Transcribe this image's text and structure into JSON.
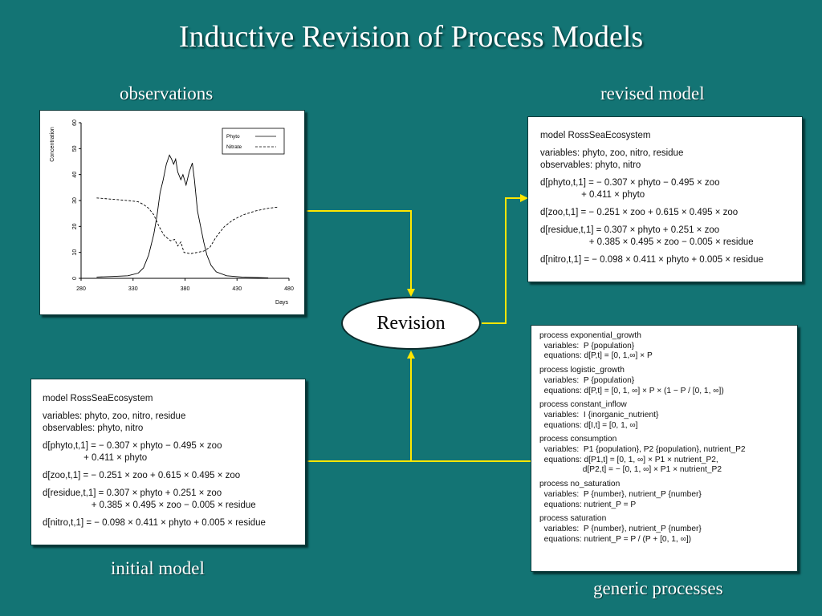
{
  "title": "Inductive Revision of Process Models",
  "captions": {
    "observations": "observations",
    "revised_model": "revised model",
    "initial_model": "initial model",
    "generic_processes": "generic processes"
  },
  "revision_label": "Revision",
  "revised_model": {
    "blocks": [
      [
        "model RossSeaEcosystem"
      ],
      [
        "variables: phyto, zoo, nitro, residue",
        "observables: phyto, nitro"
      ],
      [
        "d[phyto,t,1] = − 0.307 × phyto − 0.495 × zoo",
        "                + 0.411 × phyto"
      ],
      [
        "d[zoo,t,1] = − 0.251 × zoo + 0.615 × 0.495 × zoo"
      ],
      [
        "d[residue,t,1] = 0.307 × phyto + 0.251 × zoo",
        "                   + 0.385 × 0.495 × zoo − 0.005 × residue"
      ],
      [
        "d[nitro,t,1] = − 0.098 × 0.411 × phyto + 0.005 × residue"
      ]
    ]
  },
  "initial_model": {
    "blocks": [
      [
        "model RossSeaEcosystem"
      ],
      [
        "variables: phyto, zoo, nitro, residue",
        "observables: phyto, nitro"
      ],
      [
        "d[phyto,t,1] = − 0.307 × phyto − 0.495 × zoo",
        "                + 0.411 × phyto"
      ],
      [
        "d[zoo,t,1] = − 0.251 × zoo + 0.615 × 0.495 × zoo"
      ],
      [
        "d[residue,t,1] = 0.307 × phyto + 0.251 × zoo",
        "                   + 0.385 × 0.495 × zoo − 0.005 × residue"
      ],
      [
        "d[nitro,t,1] = − 0.098 × 0.411 × phyto + 0.005 × residue"
      ]
    ]
  },
  "generic_processes": {
    "blocks": [
      [
        "process exponential_growth",
        "  variables:  P {population}",
        "  equations: d[P,t] = [0, 1,∞] × P"
      ],
      [
        "process logistic_growth",
        "  variables:  P {population}",
        "  equations: d[P,t] = [0, 1, ∞] × P × (1 − P / [0, 1, ∞])"
      ],
      [
        "process constant_inflow",
        "  variables:  I {inorganic_nutrient}",
        "  equations: d[I,t] = [0, 1, ∞]"
      ],
      [
        "process consumption",
        "  variables:  P1 {population}, P2 {population}, nutrient_P2",
        "  equations: d[P1,t] = [0, 1, ∞] × P1 × nutrient_P2,",
        "                   d[P2,t] = − [0, 1, ∞] × P1 × nutrient_P2"
      ],
      [
        "process no_saturation",
        "  variables:  P {number}, nutrient_P {number}",
        "  equations: nutrient_P = P"
      ],
      [
        "process saturation",
        "  variables:  P {number}, nutrient_P {number}",
        "  equations: nutrient_P = P / (P + [0, 1, ∞])"
      ]
    ]
  },
  "chart_data": {
    "type": "line",
    "xlabel": "Days",
    "ylabel": "Concentration",
    "xlim": [
      280,
      480
    ],
    "ylim": [
      0,
      60
    ],
    "xticks": [
      280,
      330,
      380,
      430,
      480
    ],
    "yticks": [
      0,
      10,
      20,
      30,
      40,
      50,
      60
    ],
    "grid": false,
    "legend_position": "top-right",
    "series": [
      {
        "name": "Phyto",
        "style": "solid",
        "points": [
          [
            295,
            0.5
          ],
          [
            310,
            0.7
          ],
          [
            325,
            1.0
          ],
          [
            335,
            2.0
          ],
          [
            340,
            4.0
          ],
          [
            345,
            9.0
          ],
          [
            350,
            17.0
          ],
          [
            353,
            24.0
          ],
          [
            356,
            33.0
          ],
          [
            359,
            38.0
          ],
          [
            362,
            44.0
          ],
          [
            365,
            47.5
          ],
          [
            367,
            46.0
          ],
          [
            369,
            44.0
          ],
          [
            371,
            46.0
          ],
          [
            373,
            41.0
          ],
          [
            376,
            38.0
          ],
          [
            378,
            40.0
          ],
          [
            381,
            36.0
          ],
          [
            384,
            41.0
          ],
          [
            387,
            44.5
          ],
          [
            389,
            38.0
          ],
          [
            392,
            26.0
          ],
          [
            395,
            20.0
          ],
          [
            398,
            14.0
          ],
          [
            401,
            9.0
          ],
          [
            405,
            5.0
          ],
          [
            410,
            2.5
          ],
          [
            420,
            1.0
          ],
          [
            435,
            0.5
          ],
          [
            460,
            0.2
          ]
        ]
      },
      {
        "name": "Nitrate",
        "style": "dashed",
        "points": [
          [
            295,
            31.0
          ],
          [
            310,
            30.5
          ],
          [
            325,
            30.0
          ],
          [
            335,
            29.5
          ],
          [
            340,
            28.5
          ],
          [
            345,
            27.0
          ],
          [
            350,
            24.5
          ],
          [
            355,
            20.0
          ],
          [
            360,
            16.5
          ],
          [
            366,
            14.5
          ],
          [
            370,
            15.0
          ],
          [
            373,
            12.5
          ],
          [
            376,
            14.0
          ],
          [
            379,
            10.0
          ],
          [
            385,
            9.5
          ],
          [
            392,
            10.0
          ],
          [
            398,
            10.5
          ],
          [
            404,
            12.0
          ],
          [
            410,
            16.0
          ],
          [
            418,
            20.0
          ],
          [
            426,
            22.5
          ],
          [
            436,
            24.5
          ],
          [
            448,
            26.0
          ],
          [
            460,
            27.0
          ],
          [
            470,
            27.5
          ]
        ]
      }
    ]
  }
}
